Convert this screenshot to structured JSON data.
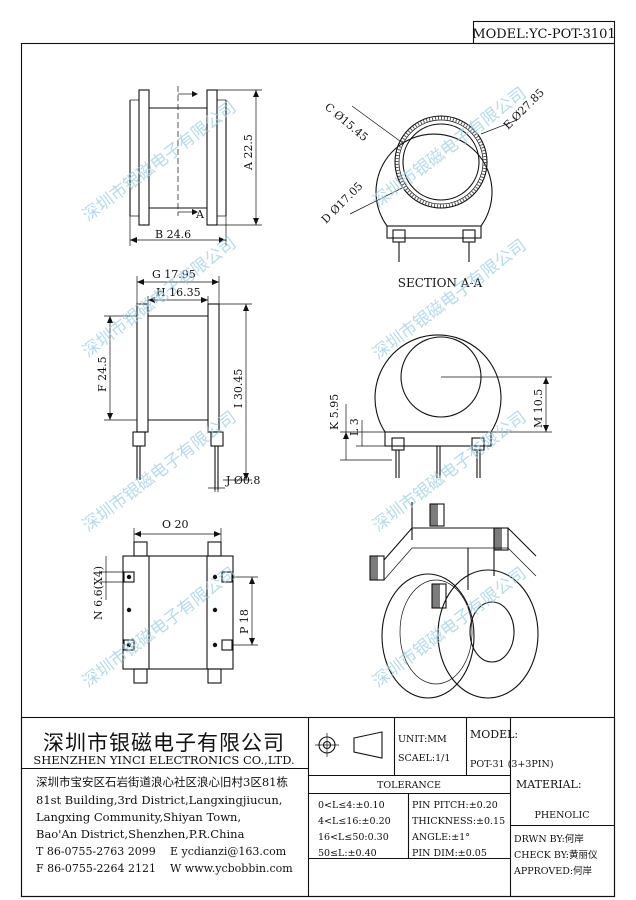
{
  "model": "MODEL:YC-POT-3101",
  "watermark": "深圳市银磁电子有限公司",
  "dims": {
    "b": "B 24.6",
    "a": "A 22.5",
    "a_mark": "A",
    "c": "C Ø15.45",
    "e": "E Ø27.85",
    "d": "D Ø17.05",
    "section": "SECTION A-A",
    "g": "G 17.95",
    "h": "H 16.35",
    "f": "F 24.5",
    "i": "I 30.45",
    "j": "J Ø0.8",
    "k": "K 5.95",
    "l": "L 3",
    "m": "M 10.5",
    "o": "O 20",
    "n": "N 6.6(X4)",
    "p": "P 18"
  },
  "company": {
    "name_cn": "深圳市银磁电子有限公司",
    "name_en": "SHENZHEN YINCI ELECTRONICS CO.,LTD.",
    "addr_cn": "深圳市宝安区石岩街道浪心社区浪心旧村3区81栋",
    "addr_en": [
      "81st Building,3rd District,Langxingjiucun,",
      "Langxing Community,Shiyan Town,",
      "Bao'An District,Shenzhen,P.R.China"
    ],
    "tel": "T 86-0755-2763 2099",
    "fax": "F 86-0755-2264 2121",
    "email": "E ycdianzi@163.com",
    "web": "W www.ycbobbin.com"
  },
  "unit": "UNIT:MM",
  "scale": "SCAEL:1/1",
  "model_label": "MODEL:",
  "model_value": "POT-31 (3+3PIN)",
  "tolerance_title": "TOLERANCE",
  "tolerance_left": [
    "0<L≤4:±0.10",
    "4<L≤16:±0.20",
    "16<L≤50:0.30",
    "50≤L:±0.40"
  ],
  "tolerance_right": [
    "PIN PITCH:±0.20",
    "THICKNESS:±0.15",
    "ANGLE:±1°",
    "PIN DIM:±0.05"
  ],
  "material_label": "MATERIAL:",
  "material_value": "PHENOLIC",
  "drawn": "DRWN BY:何岸",
  "check": "CHECK BY:黄丽仪",
  "approved": "APPROVED:何岸"
}
